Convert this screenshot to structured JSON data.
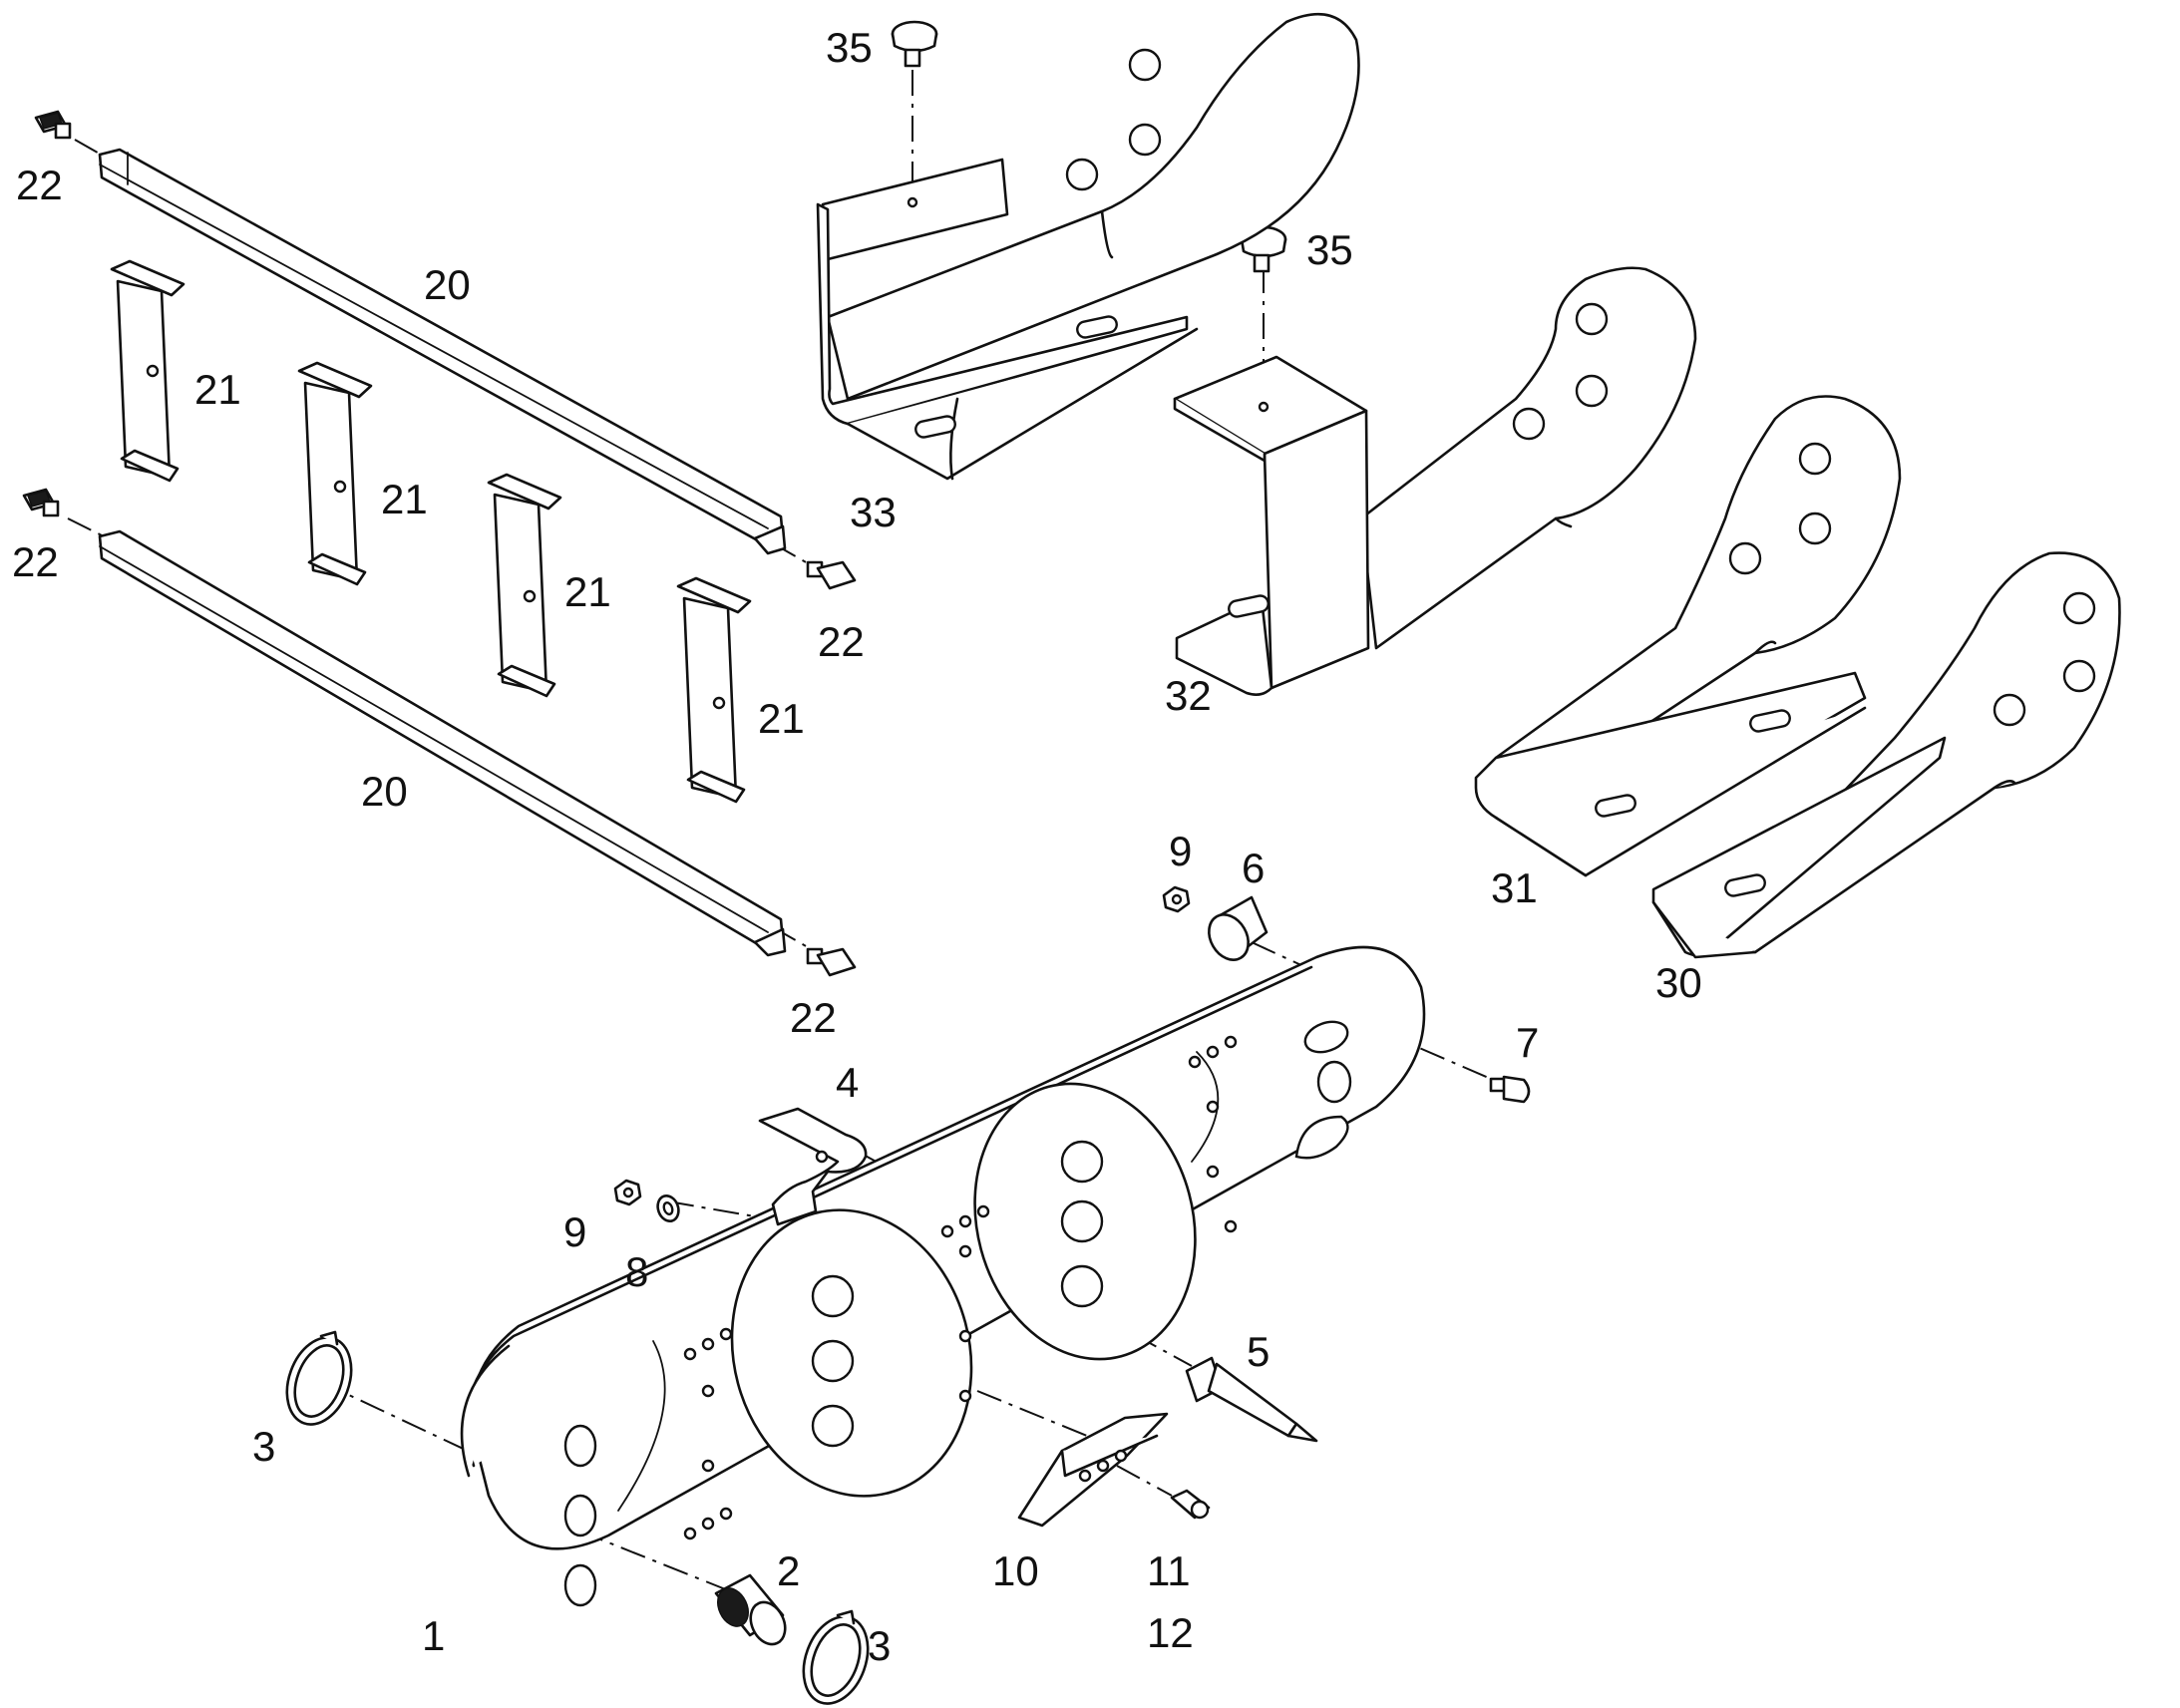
{
  "callouts": {
    "c1": "1",
    "c2": "2",
    "c3a": "3",
    "c3b": "3",
    "c4": "4",
    "c5": "5",
    "c6": "6",
    "c7": "7",
    "c8": "8",
    "c9a": "9",
    "c9b": "9",
    "c10": "10",
    "c11": "11",
    "c12": "12",
    "c20a": "20",
    "c20b": "20",
    "c21a": "21",
    "c21b": "21",
    "c21c": "21",
    "c21d": "21",
    "c22a": "22",
    "c22b": "22",
    "c22c": "22",
    "c22d": "22",
    "c30": "30",
    "c31": "31",
    "c32": "32",
    "c33": "33",
    "c35a": "35",
    "c35b": "35"
  }
}
